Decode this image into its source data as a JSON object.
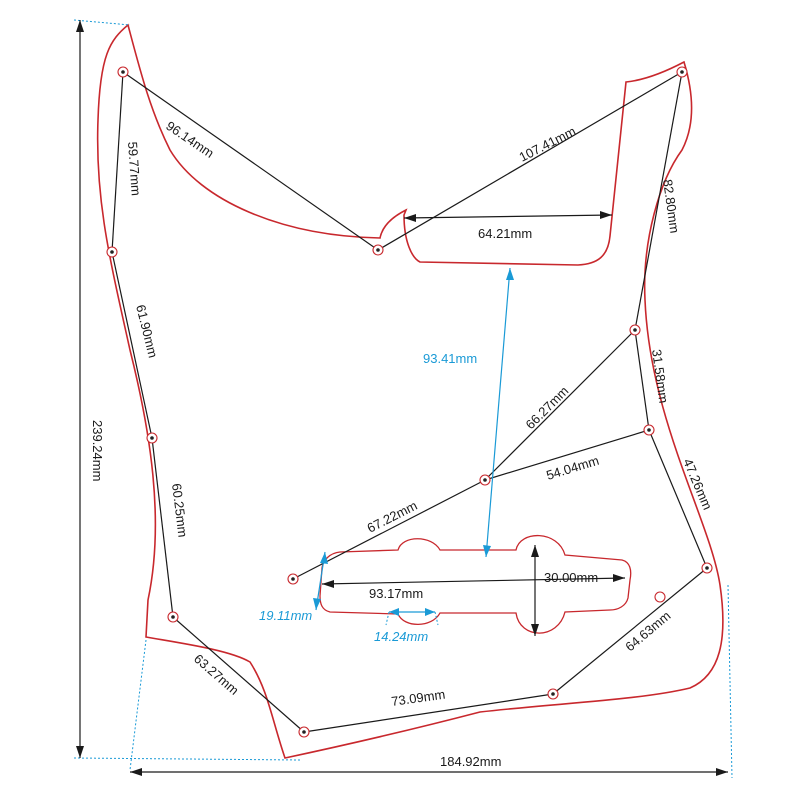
{
  "colors": {
    "outline": "#c8282d",
    "dimension_black": "#1a1a1a",
    "dimension_blue": "#1a9ad6",
    "background": "#ffffff"
  },
  "dimensions": {
    "hole_upper_left_to_center": "96.14mm",
    "hole_top_left_to_left_2": "59.77mm",
    "upper_right_span": "107.41mm",
    "upper_cutout_width": "64.21mm",
    "right_top_to_right_mid": "82.80mm",
    "left_2_to_left_3": "61.90mm",
    "neck_pocket_to_pickup": "93.41mm",
    "center_to_right_mid": "66.27mm",
    "right_mid_to_right_low": "31.58mm",
    "center_to_right_low": "54.04mm",
    "right_low_to_right_bottom": "47.26mm",
    "left_3_to_left_4": "60.25mm",
    "center_to_left_pickup": "67.22mm",
    "pickup_height": "30.00mm",
    "pickup_length": "93.17mm",
    "pickup_end_height": "19.11mm",
    "pickup_notch_width": "14.24mm",
    "right_bottom_to_bottom_center": "64.63mm",
    "left_4_to_bottom_left": "63.27mm",
    "bottom_left_to_bottom_center": "73.09mm",
    "overall_height": "239.24mm",
    "overall_width": "184.92mm"
  }
}
